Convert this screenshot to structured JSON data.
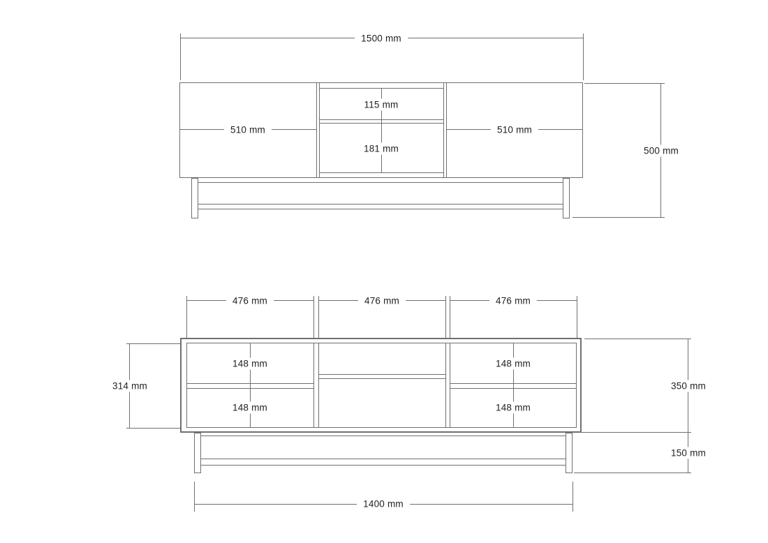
{
  "diagram": {
    "description": "furniture-technical-drawing-two-front-elevations",
    "colors": {
      "line": "#6f6f6f",
      "text": "#1f1f1f",
      "background": "#ffffff"
    },
    "top_view": {
      "overall_width": "1500 mm",
      "overall_height": "500 mm",
      "left_compartment_width": "510 mm",
      "right_compartment_width": "510 mm",
      "center_top_height": "115 mm",
      "center_bottom_height": "181 mm"
    },
    "bottom_view": {
      "compartment_widths": [
        "476 mm",
        "476 mm",
        "476 mm"
      ],
      "cell_heights": [
        "148 mm",
        "148 mm",
        "148 mm",
        "148 mm"
      ],
      "inner_height": "314 mm",
      "cabinet_height": "350 mm",
      "base_height": "150 mm",
      "base_width": "1400 mm"
    }
  }
}
